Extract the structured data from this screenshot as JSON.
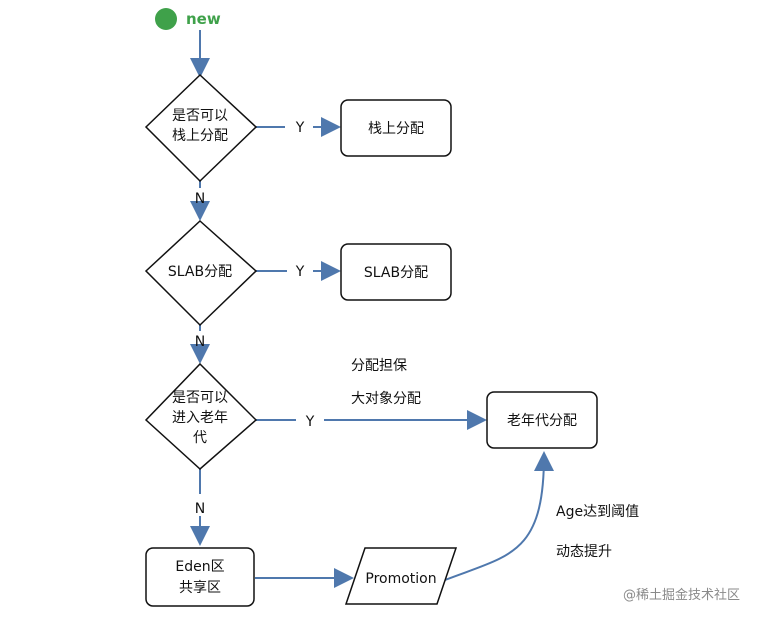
{
  "colors": {
    "start": "#3fa14a",
    "start_text": "#3fa14a",
    "arrow": "#4f78ad",
    "stroke": "#111111",
    "watermark": "#8a8a8a"
  },
  "start": {
    "label": "new"
  },
  "nodes": {
    "decision_stack": {
      "line1": "是否可以",
      "line2": "栈上分配"
    },
    "stack_alloc": {
      "label": "栈上分配"
    },
    "decision_slab": {
      "label": "SLAB分配"
    },
    "slab_alloc": {
      "label": "SLAB分配"
    },
    "decision_old": {
      "line1": "是否可以",
      "line2": "进入老年",
      "line3": "代"
    },
    "old_alloc": {
      "label": "老年代分配"
    },
    "eden": {
      "line1": "Eden区",
      "line2": "共享区"
    },
    "promotion": {
      "label": "Promotion"
    }
  },
  "edges": {
    "stack_yes": "Y",
    "stack_no": "N",
    "slab_yes": "Y",
    "slab_no": "N",
    "old_yes": "Y",
    "old_no": "N"
  },
  "annotations": {
    "guarantee": "分配担保",
    "large_object": "大对象分配",
    "age_threshold": "Age达到阈值",
    "dynamic_promotion": "动态提升"
  },
  "watermark": "@稀土掘金技术社区"
}
